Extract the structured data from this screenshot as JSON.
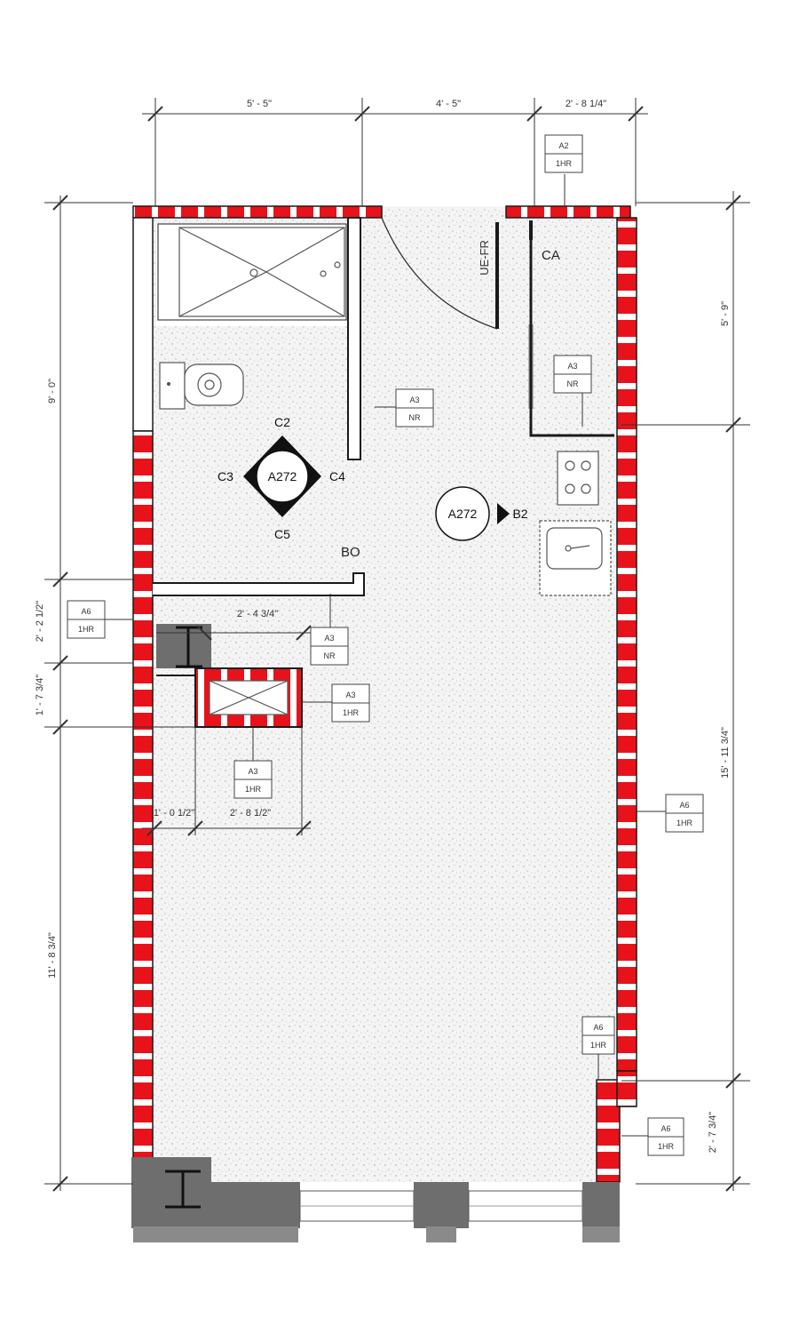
{
  "colors": {
    "wall_red": "#e8131a",
    "wall_white": "#ffffff",
    "wall_dark": "#1a1a1a",
    "column_gray": "#6e6e6e",
    "floor": "#f4f4f4",
    "dim_line": "#333333"
  },
  "dims_top": [
    "5' - 5\"",
    "4' - 5\"",
    "2' - 8 1/4\""
  ],
  "dims_left": [
    "9' - 0\"",
    "2' - 2 1/2\"",
    "1' - 7 3/4\"",
    "11' - 8 3/4\""
  ],
  "dims_right": [
    "5' - 9\"",
    "15' - 11 3/4\"",
    "2' - 7 3/4\""
  ],
  "dims_interior": {
    "shaft_width": "2' - 4 3/4\"",
    "shaft_left": "1' - 0 1/2\"",
    "shaft_right": "2' - 8 1/2\""
  },
  "room_labels": {
    "ca": "CA",
    "bo": "BO",
    "door": "UE-FR"
  },
  "elevation_marker_bath": {
    "sheet": "A272",
    "north": "C2",
    "west": "C3",
    "east": "C4",
    "south": "C5"
  },
  "elevation_marker_main": {
    "sheet": "A272",
    "ref": "B2"
  },
  "wall_tags": [
    {
      "top": "A2",
      "bottom": "1HR"
    },
    {
      "top": "A3",
      "bottom": "NR"
    },
    {
      "top": "A3",
      "bottom": "NR"
    },
    {
      "top": "A6",
      "bottom": "1HR"
    },
    {
      "top": "A3",
      "bottom": "NR"
    },
    {
      "top": "A3",
      "bottom": "1HR"
    },
    {
      "top": "A3",
      "bottom": "1HR"
    },
    {
      "top": "A6",
      "bottom": "1HR"
    },
    {
      "top": "A6",
      "bottom": "1HR"
    },
    {
      "top": "A6",
      "bottom": "1HR"
    }
  ]
}
